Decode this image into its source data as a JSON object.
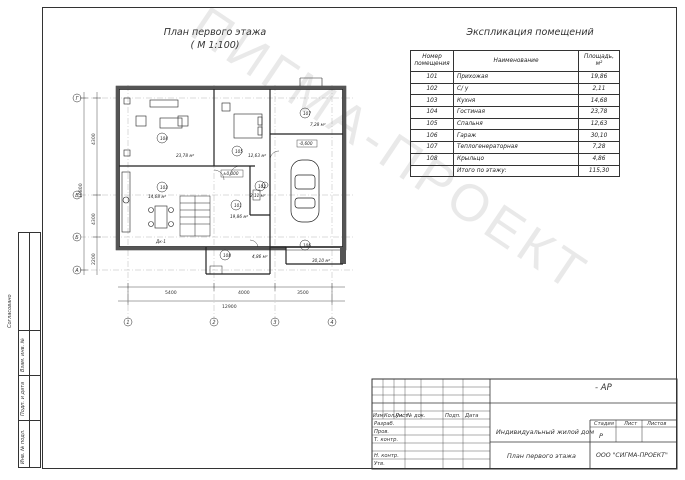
{
  "plan": {
    "title": "План первого этажа",
    "scale": "( М 1:100)",
    "rooms": [
      {
        "num": "101",
        "area": "19,86 м²"
      },
      {
        "num": "102",
        "area": "2,11 м²"
      },
      {
        "num": "103",
        "area": "14,68 м²"
      },
      {
        "num": "104",
        "area": "23,78 м²"
      },
      {
        "num": "105",
        "area": "12,63 м²"
      },
      {
        "num": "106",
        "area": "30,10 м²"
      },
      {
        "num": "107",
        "area": "7,28 м²"
      },
      {
        "num": "108",
        "area": "4,86 м²"
      }
    ],
    "level_marks": [
      "±0,000",
      "-0,600"
    ],
    "label_dk": "Дк-1",
    "dims_h": [
      "5400",
      "4000",
      "3500"
    ],
    "dim_total": "12900",
    "dims_v": [
      "4300",
      "4300",
      "2200"
    ],
    "dim_v_total": "10800",
    "axes_h": [
      "1",
      "2",
      "3",
      "4"
    ],
    "axes_v": [
      "Г",
      "В",
      "Б",
      "А"
    ]
  },
  "explication": {
    "title": "Экспликация помещений",
    "headers": [
      "Номер помещения",
      "Наименование",
      "Площадь, м²"
    ],
    "rows": [
      [
        "101",
        "Прихожая",
        "19,86"
      ],
      [
        "102",
        "С/ у",
        "2,11"
      ],
      [
        "103",
        "Кухня",
        "14,68"
      ],
      [
        "104",
        "Гостиная",
        "23,78"
      ],
      [
        "105",
        "Спальня",
        "12,63"
      ],
      [
        "106",
        "Гараж",
        "30,10"
      ],
      [
        "107",
        "Теплогенераторная",
        "7,28"
      ],
      [
        "108",
        "Крыльцо",
        "4,86"
      ]
    ],
    "total": [
      "",
      "Итого по этажу:",
      "115,30"
    ]
  },
  "stamp_labels": [
    "Согласовано",
    "Взам. инв. №",
    "Подп. и дата",
    "Инв. № подл."
  ],
  "title_block": {
    "code": "- АР",
    "cols": [
      "Изм.",
      "Кол.уч.",
      "Лист",
      "№ док.",
      "Подп.",
      "Дата"
    ],
    "roles": [
      "Разраб.",
      "Пров.",
      "Т. контр.",
      "",
      "Н. контр.",
      "Утв."
    ],
    "project": "Индивидуальный жилой дом",
    "sheet": "План первого этажа",
    "stage_headers": [
      "Стадия",
      "Лист",
      "Листов"
    ],
    "stage": "Р",
    "company": "ООО \"СИГМА-ПРОЕКТ\""
  },
  "watermark": "ПИГМА-ПРОЕКТ"
}
